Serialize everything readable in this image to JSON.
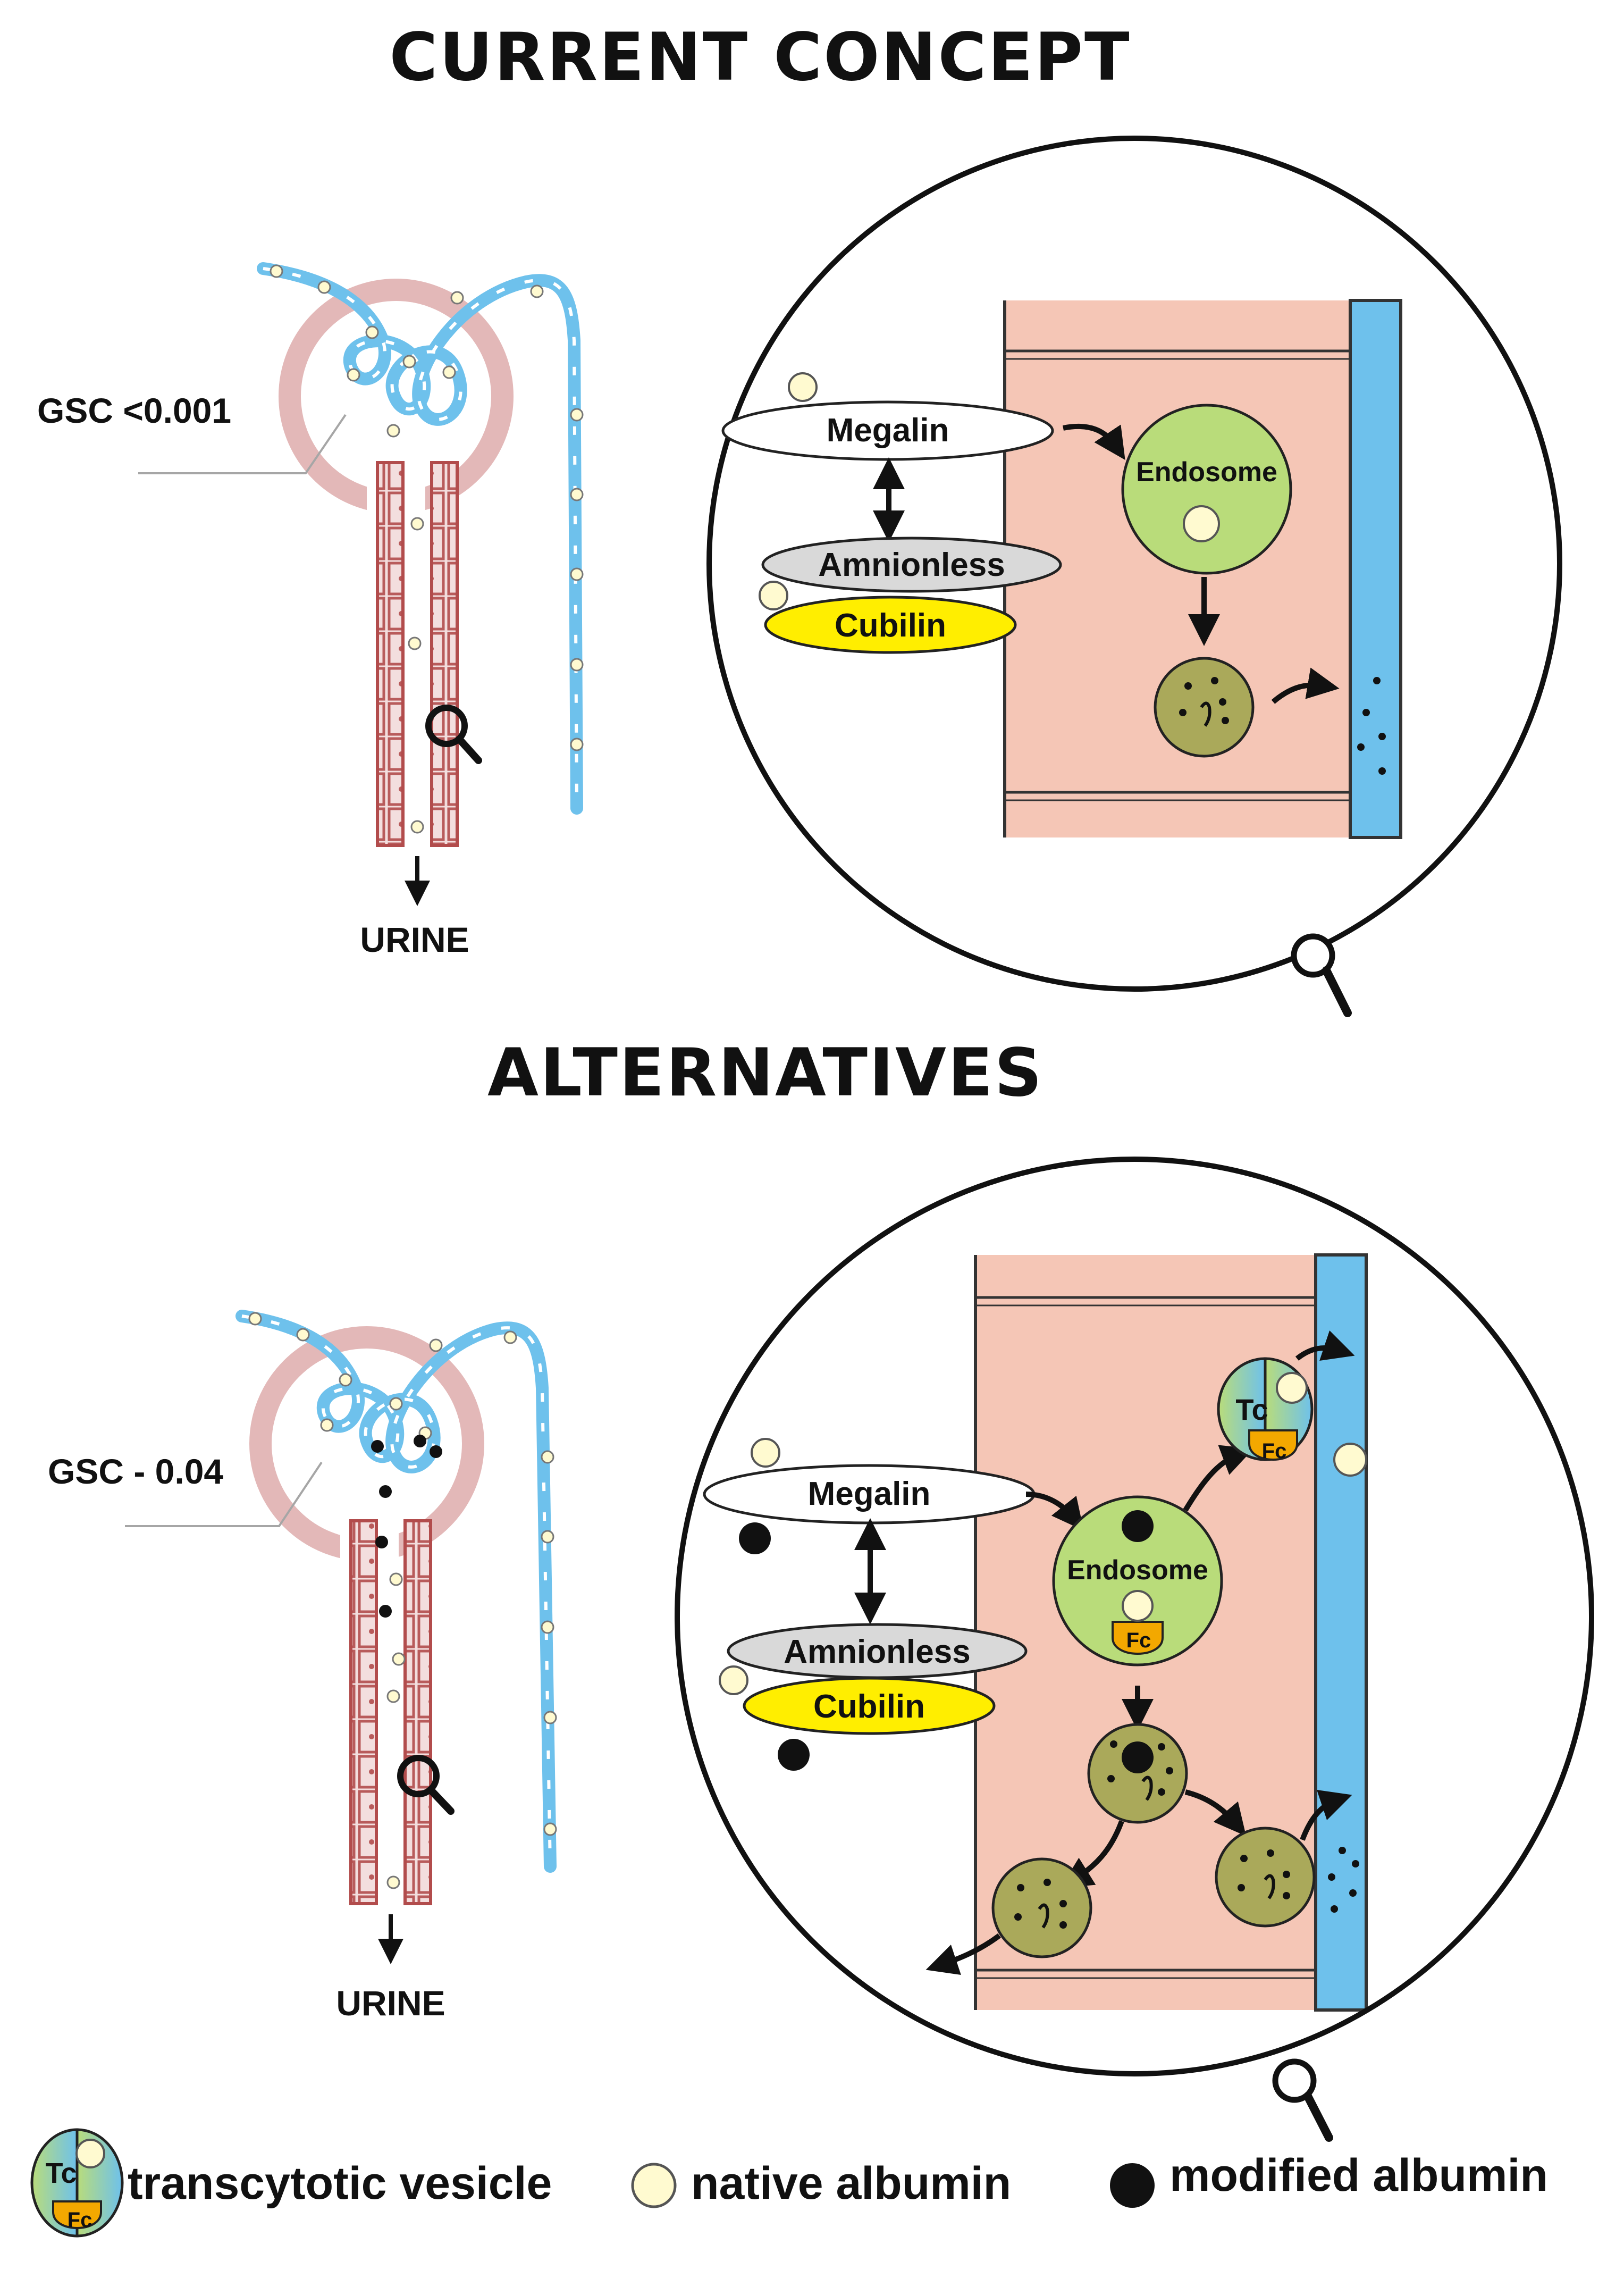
{
  "headings": {
    "current": "CURRENT CONCEPT",
    "alternatives": "ALTERNATIVES"
  },
  "current_panel": {
    "gsc": "GSC <0.001",
    "urine": "URINE",
    "megalin": "Megalin",
    "amnionless": "Amnionless",
    "cubilin": "Cubilin",
    "endosome": "Endosome"
  },
  "alternatives_panel": {
    "gsc": "GSC - 0.04",
    "urine": "URINE",
    "megalin": "Megalin",
    "amnionless": "Amnionless",
    "cubilin": "Cubilin",
    "endosome": "Endosome",
    "tc": "Tc",
    "fc": "Fc"
  },
  "legend": {
    "transcytotic_vesicle": "transcytotic vesicle",
    "native_albumin": "native albumin",
    "modified_albumin": "modified albumin",
    "tc": "Tc",
    "fc": "Fc"
  },
  "colors": {
    "cell": "#f5c6b6",
    "blood_vessel": "#6ec1ec",
    "megalin_fill": "#ffffff",
    "amnionless_fill": "#d9d9d9",
    "cubilin_fill": "#ffee00",
    "endosome_fill": "#b9dc7a",
    "lysosome_fill": "#aaa95a",
    "fc_fill": "#f3a800",
    "native_albumin": "#fffad0",
    "modified_albumin": "#111111",
    "capsule": "#e3b8b8",
    "tubule_wall": "#b24c4c"
  }
}
